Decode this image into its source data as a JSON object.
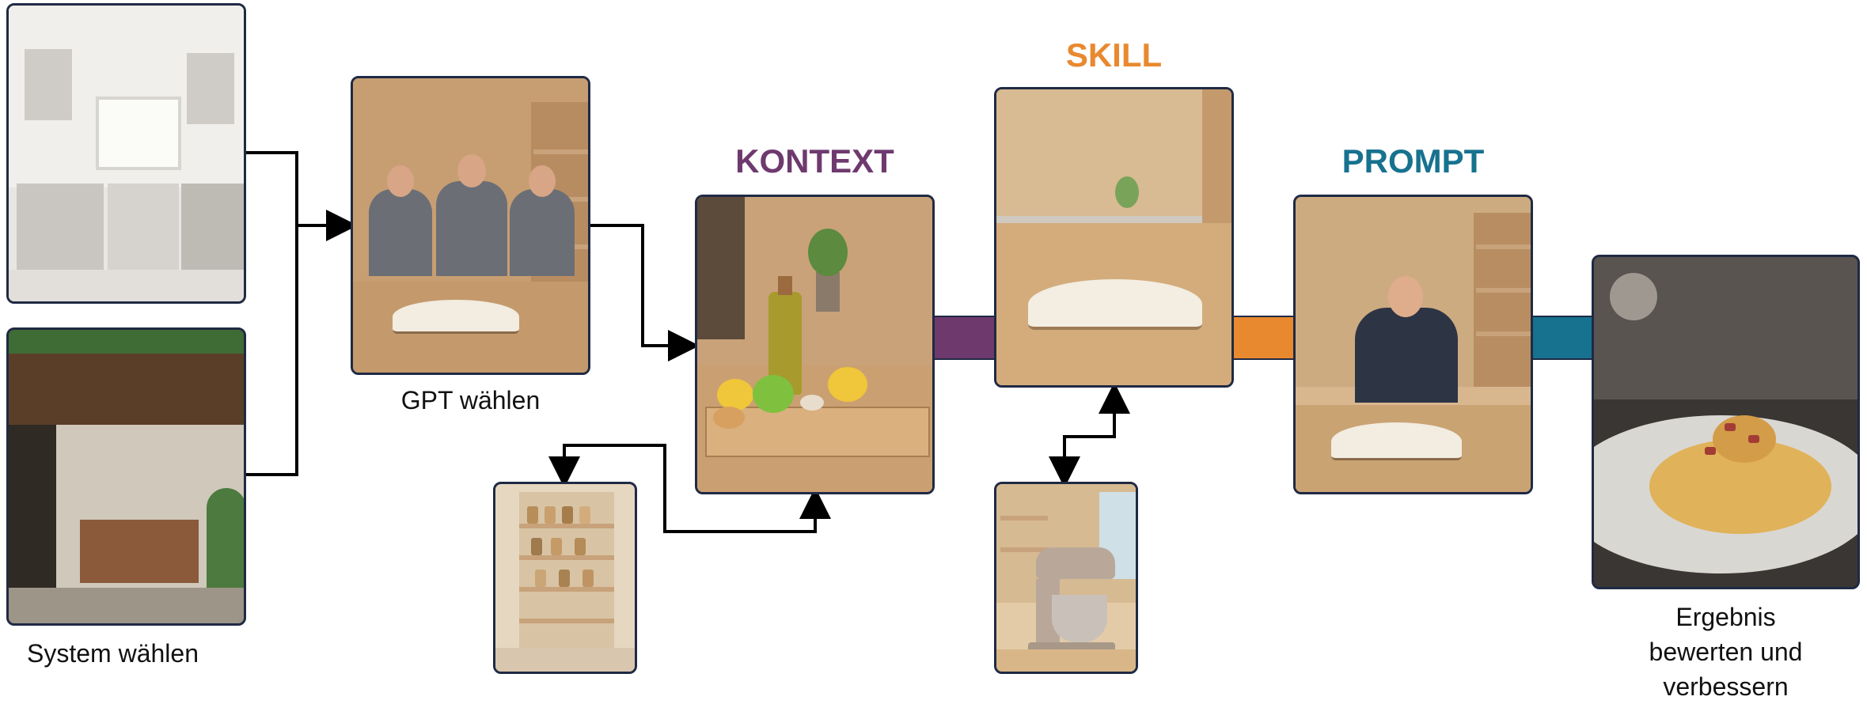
{
  "steps": {
    "system": {
      "label": "System wählen",
      "images": [
        "indoor-kitchen-photo",
        "outdoor-kitchen-photo"
      ]
    },
    "gpt": {
      "label": "GPT wählen",
      "image": "three-chefs-photo"
    },
    "context": {
      "heading": "KONTEXT",
      "image": "ingredients-photo",
      "sub_image": "pantry-photo"
    },
    "skill": {
      "heading": "SKILL",
      "image": "open-book-photo",
      "sub_image": "stand-mixer-photo"
    },
    "prompt": {
      "heading": "PROMPT",
      "image": "cook-with-book-photo"
    },
    "result": {
      "label_lines": [
        "Ergebnis",
        "bewerten und",
        "verbessern"
      ],
      "image": "pasta-dish-photo"
    }
  },
  "colors": {
    "context": "#6e3a6e",
    "skill": "#e9892f",
    "prompt": "#17728f",
    "frame": "#1f2a44",
    "connector": "#000000"
  }
}
